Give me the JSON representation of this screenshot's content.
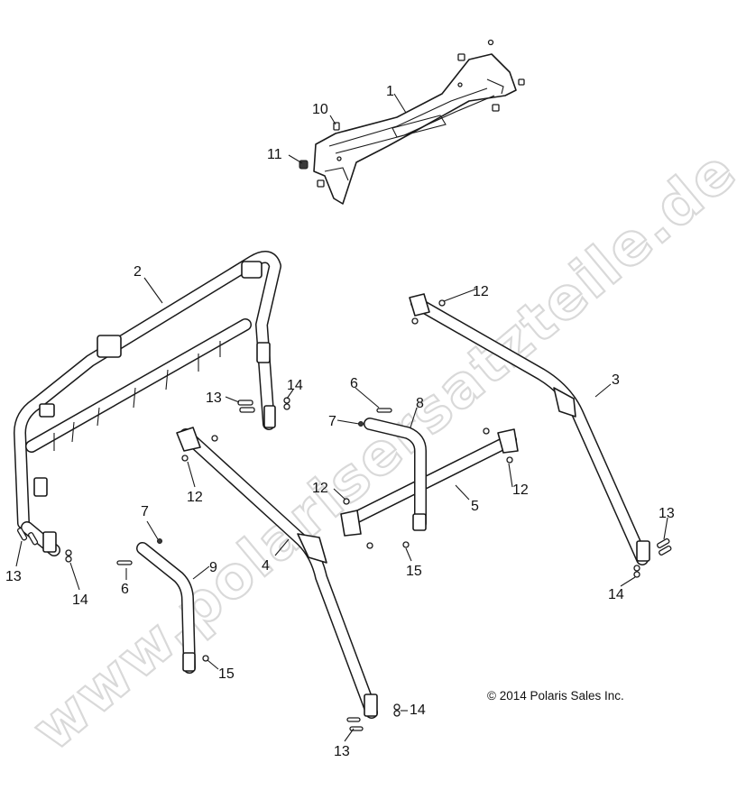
{
  "watermark": "www.polarisersatzteile.de",
  "copyright": "© 2014 Polaris Sales Inc.",
  "callouts": {
    "c1": "1",
    "c2": "2",
    "c3": "3",
    "c4": "4",
    "c5": "5",
    "c6a": "6",
    "c6b": "6",
    "c7a": "7",
    "c7b": "7",
    "c8": "8",
    "c9": "9",
    "c10": "10",
    "c11": "11",
    "c12a": "12",
    "c12b": "12",
    "c12c": "12",
    "c12d": "12",
    "c13a": "13",
    "c13b": "13",
    "c13c": "13",
    "c13d": "13",
    "c14a": "14",
    "c14b": "14",
    "c14c": "14",
    "c14d": "14",
    "c15a": "15",
    "c15b": "15"
  }
}
